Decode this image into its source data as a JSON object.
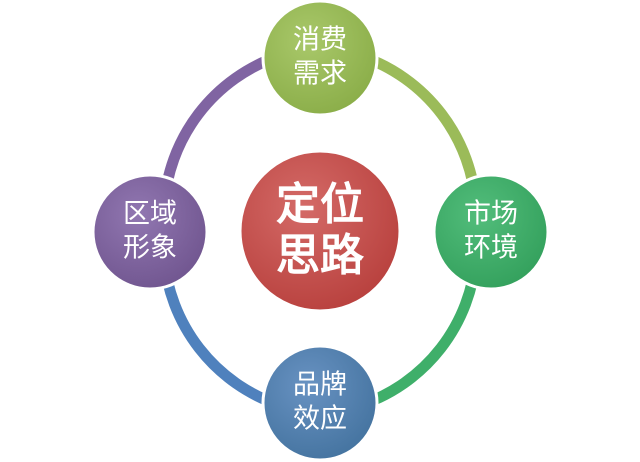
{
  "center": {
    "line1": "定位",
    "line2": "思路",
    "color": "#c0504d"
  },
  "nodes": {
    "top": {
      "line1": "消费",
      "line2": "需求",
      "color": "#9bbb59"
    },
    "right": {
      "line1": "市场",
      "line2": "环境",
      "color": "#3faf6a"
    },
    "bottom": {
      "line1": "品牌",
      "line2": "效应",
      "color": "#4f81bd"
    },
    "left": {
      "line1": "区域",
      "line2": "形象",
      "color": "#8064a2"
    }
  },
  "arcs": {
    "top_right": "#9bbb59",
    "right_bottom": "#3faf6a",
    "bottom_left": "#4f81bd",
    "left_top": "#8064a2"
  }
}
